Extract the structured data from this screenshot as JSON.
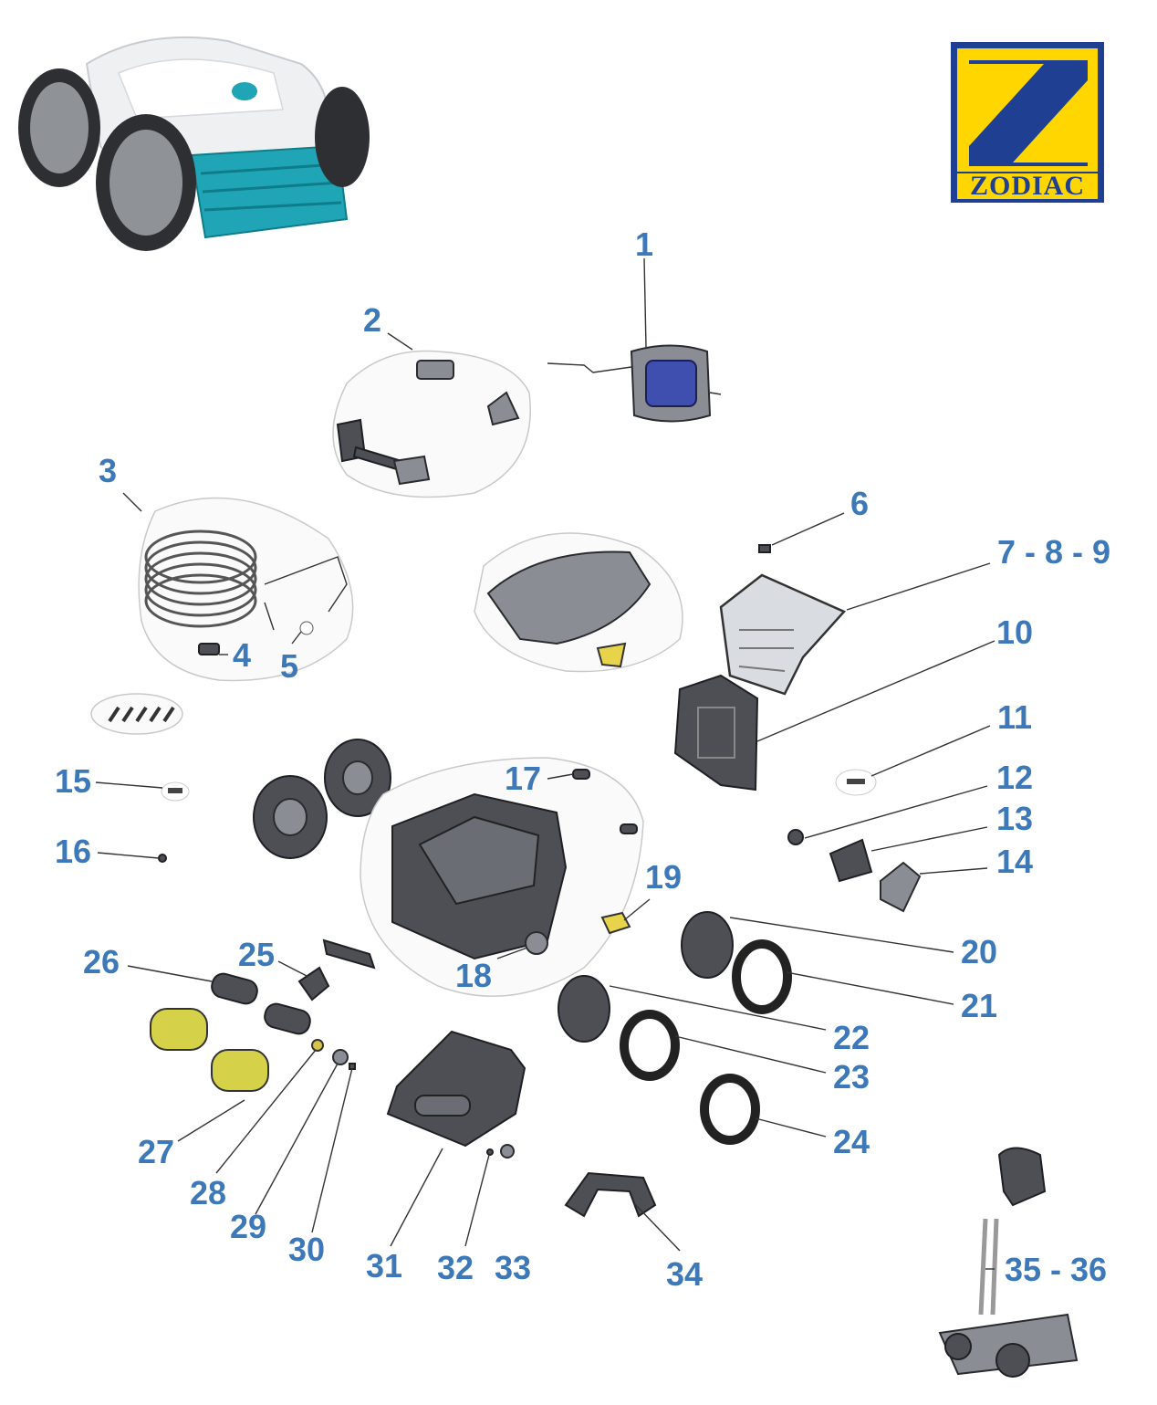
{
  "brand": {
    "name": "ZODIAC",
    "colors": {
      "blue": "#1e3f92",
      "yellow": "#ffd600",
      "label": "#3d78b8",
      "accent": "#1fa5b5"
    }
  },
  "labels": [
    {
      "id": "p1",
      "text": "1"
    },
    {
      "id": "p2",
      "text": "2"
    },
    {
      "id": "p3",
      "text": "3"
    },
    {
      "id": "p4",
      "text": "4"
    },
    {
      "id": "p5",
      "text": "5"
    },
    {
      "id": "p6",
      "text": "6"
    },
    {
      "id": "p7",
      "text": "7 - 8 - 9"
    },
    {
      "id": "p10",
      "text": "10"
    },
    {
      "id": "p11",
      "text": "11"
    },
    {
      "id": "p12",
      "text": "12"
    },
    {
      "id": "p13",
      "text": "13"
    },
    {
      "id": "p14",
      "text": "14"
    },
    {
      "id": "p15",
      "text": "15"
    },
    {
      "id": "p16",
      "text": "16"
    },
    {
      "id": "p17",
      "text": "17"
    },
    {
      "id": "p18",
      "text": "18"
    },
    {
      "id": "p19",
      "text": "19"
    },
    {
      "id": "p20",
      "text": "20"
    },
    {
      "id": "p21",
      "text": "21"
    },
    {
      "id": "p22",
      "text": "22"
    },
    {
      "id": "p23",
      "text": "23"
    },
    {
      "id": "p24",
      "text": "24"
    },
    {
      "id": "p25",
      "text": "25"
    },
    {
      "id": "p26",
      "text": "26"
    },
    {
      "id": "p27",
      "text": "27"
    },
    {
      "id": "p28",
      "text": "28"
    },
    {
      "id": "p29",
      "text": "29"
    },
    {
      "id": "p30",
      "text": "30"
    },
    {
      "id": "p31",
      "text": "31"
    },
    {
      "id": "p32",
      "text": "32"
    },
    {
      "id": "p33",
      "text": "33"
    },
    {
      "id": "p34",
      "text": "34"
    },
    {
      "id": "p35",
      "text": "35 - 36"
    }
  ]
}
